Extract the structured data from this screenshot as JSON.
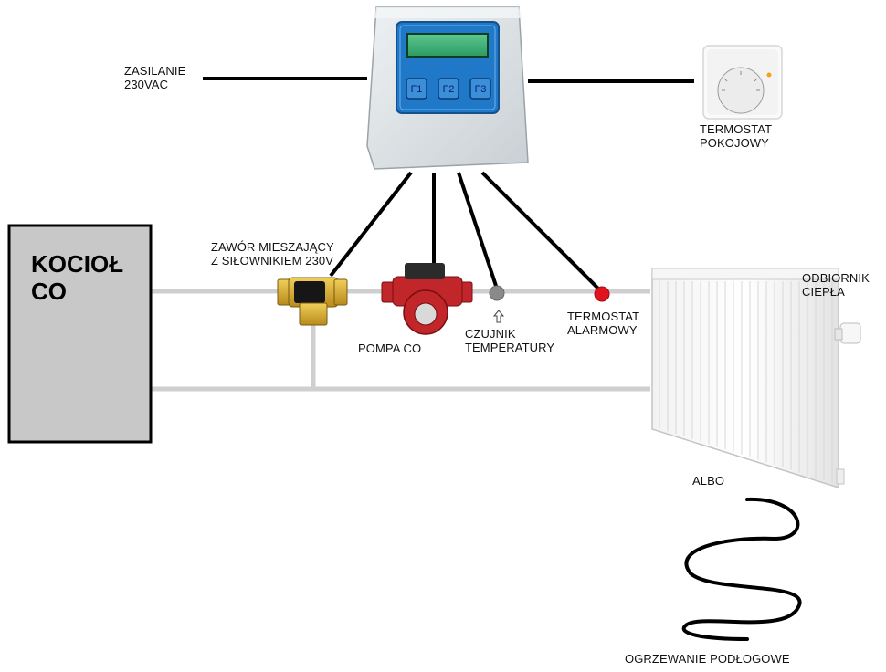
{
  "power": {
    "line1": "ZASILANIE",
    "line2": "230VAC"
  },
  "controller": {
    "keys": [
      "F1",
      "F2",
      "F3"
    ],
    "colors": {
      "body": "#dde3e6",
      "panel": "#1f78c8",
      "screen": "#2fa36b",
      "key": "#3a8fd8"
    }
  },
  "room_thermostat": {
    "line1": "TERMOSTAT",
    "line2": "POKOJOWY"
  },
  "boiler": {
    "line1": "KOCIOŁ",
    "line2": "CO",
    "color": "#c8c8c8"
  },
  "mixing_valve": {
    "line1": "ZAWÓR MIESZAJĄCY",
    "line2": "Z SIŁOWNIKIEM 230V"
  },
  "pump": {
    "label": "POMPA CO",
    "color": "#c0262a"
  },
  "temp_sensor": {
    "line1": "CZUJNIK",
    "line2": "TEMPERATURY",
    "color": "#8a8a8a"
  },
  "alarm_thermostat": {
    "line1": "TERMOSTAT",
    "line2": "ALARMOWY",
    "color": "#e0141e"
  },
  "radiator": {
    "line1": "ODBIORNIK",
    "line2": "CIEPŁA"
  },
  "alternative": {
    "label": "ALBO"
  },
  "floor_heating": {
    "label": "OGRZEWANIE PODŁOGOWE"
  },
  "colors": {
    "pipe": "#cfcfcf",
    "wire": "#000000"
  }
}
